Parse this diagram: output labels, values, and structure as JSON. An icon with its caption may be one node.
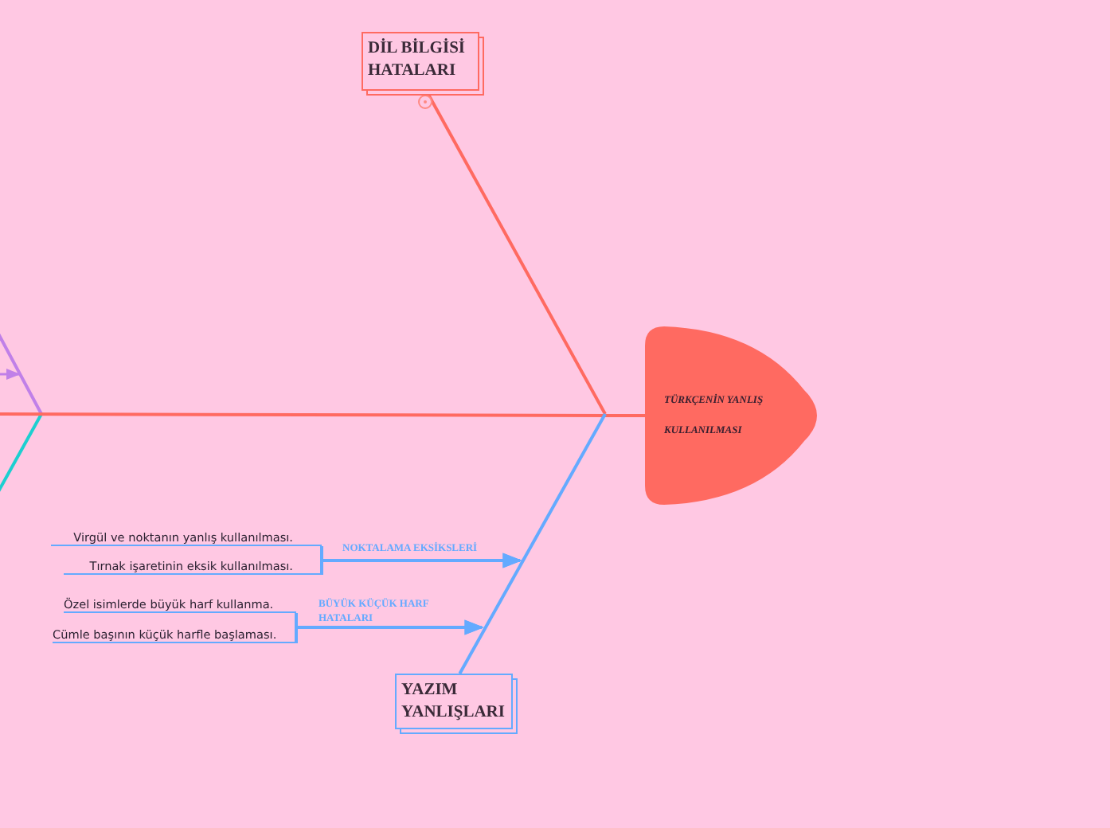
{
  "diagram": {
    "nodes": [
      {
        "text": [
          "TÜRKÇENİN YANLIŞ",
          "KULLANILMASI"
        ]
      },
      {
        "text": [
          "DİL BİLGİSİ HATALARI"
        ]
      },
      {
        "text": [
          "YAZIM YANLIŞLARI"
        ]
      },
      {
        "text": [
          "Virgül ve noktanın yanlış kullanılması."
        ]
      },
      {
        "text": [
          "Tırnak işaretinin eksik kullanılması."
        ]
      },
      {
        "text": [
          "Özel isimlerde büyük harf kullanma."
        ]
      },
      {
        "text": [
          "Cümle başının küçük harfle başlaması."
        ]
      }
    ],
    "edges": [
      {
        "from": null,
        "to": 0,
        "arrow": "none",
        "color": "#ff6a61"
      },
      {
        "from": 1,
        "to": null,
        "arrow": "none",
        "color": "#ff6a61"
      },
      {
        "from": 2,
        "to": null,
        "arrow": "none",
        "color": "#64aaff"
      },
      {
        "from": 3,
        "to": null,
        "arrow": "to",
        "label": "NOKTALAMA EKSİKSLERİ",
        "color": "#64aaff"
      },
      {
        "from": 4,
        "to": null,
        "arrow": "to",
        "color": "#64aaff"
      },
      {
        "from": 5,
        "to": null,
        "arrow": "to",
        "label": "BÜYÜK KÜÇÜK HARF HATALARI",
        "color": "#64aaff"
      },
      {
        "from": 6,
        "to": null,
        "arrow": "to",
        "color": "#64aaff"
      }
    ]
  }
}
